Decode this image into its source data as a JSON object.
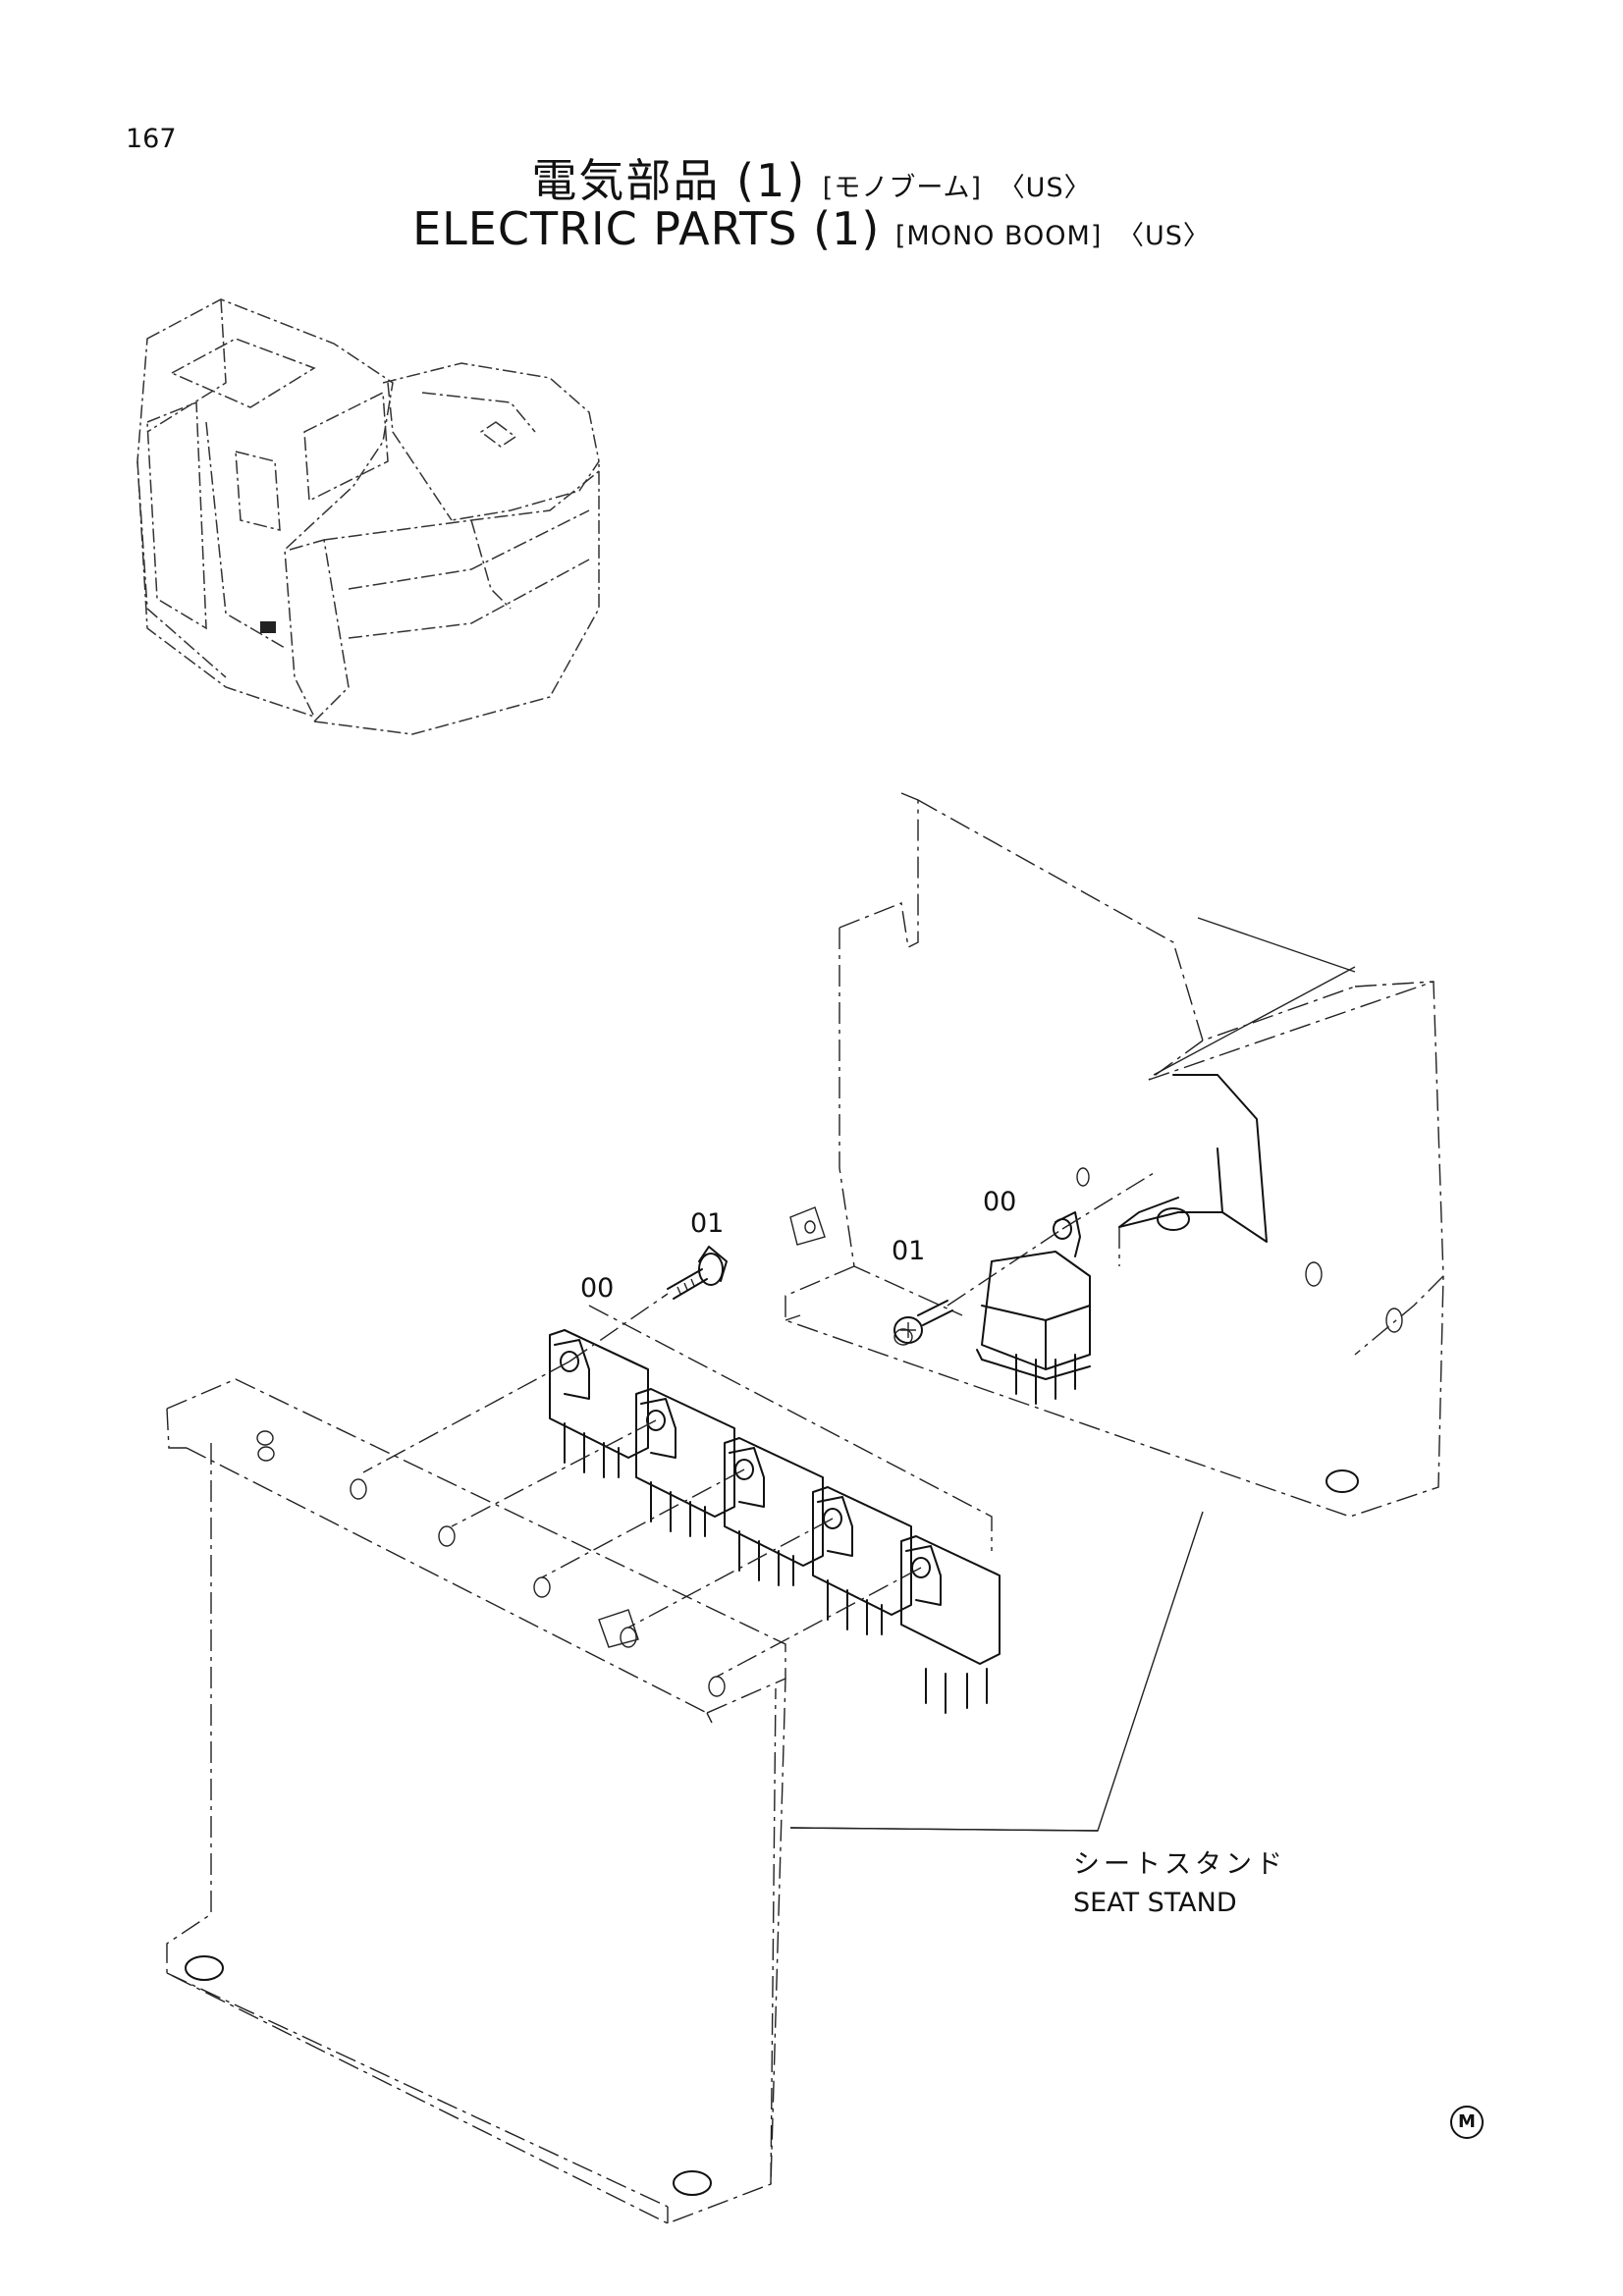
{
  "page_number": "167",
  "title": {
    "jp_main": "電気部品 (1)",
    "jp_sub": "[モノブーム]",
    "jp_region": "〈US〉",
    "en_main": "ELECTRIC PARTS (1)",
    "en_sub": "[MONO BOOM]",
    "en_region": "〈US〉"
  },
  "callouts": [
    {
      "id": "relay-right-label",
      "text": "00"
    },
    {
      "id": "screw-right-label",
      "text": "01"
    },
    {
      "id": "screw-left-label",
      "text": "01"
    },
    {
      "id": "relay-left-label",
      "text": "00"
    }
  ],
  "seat_stand": {
    "jp": "シートスタンド",
    "en": "SEAT STAND"
  },
  "corner_mark": "M"
}
